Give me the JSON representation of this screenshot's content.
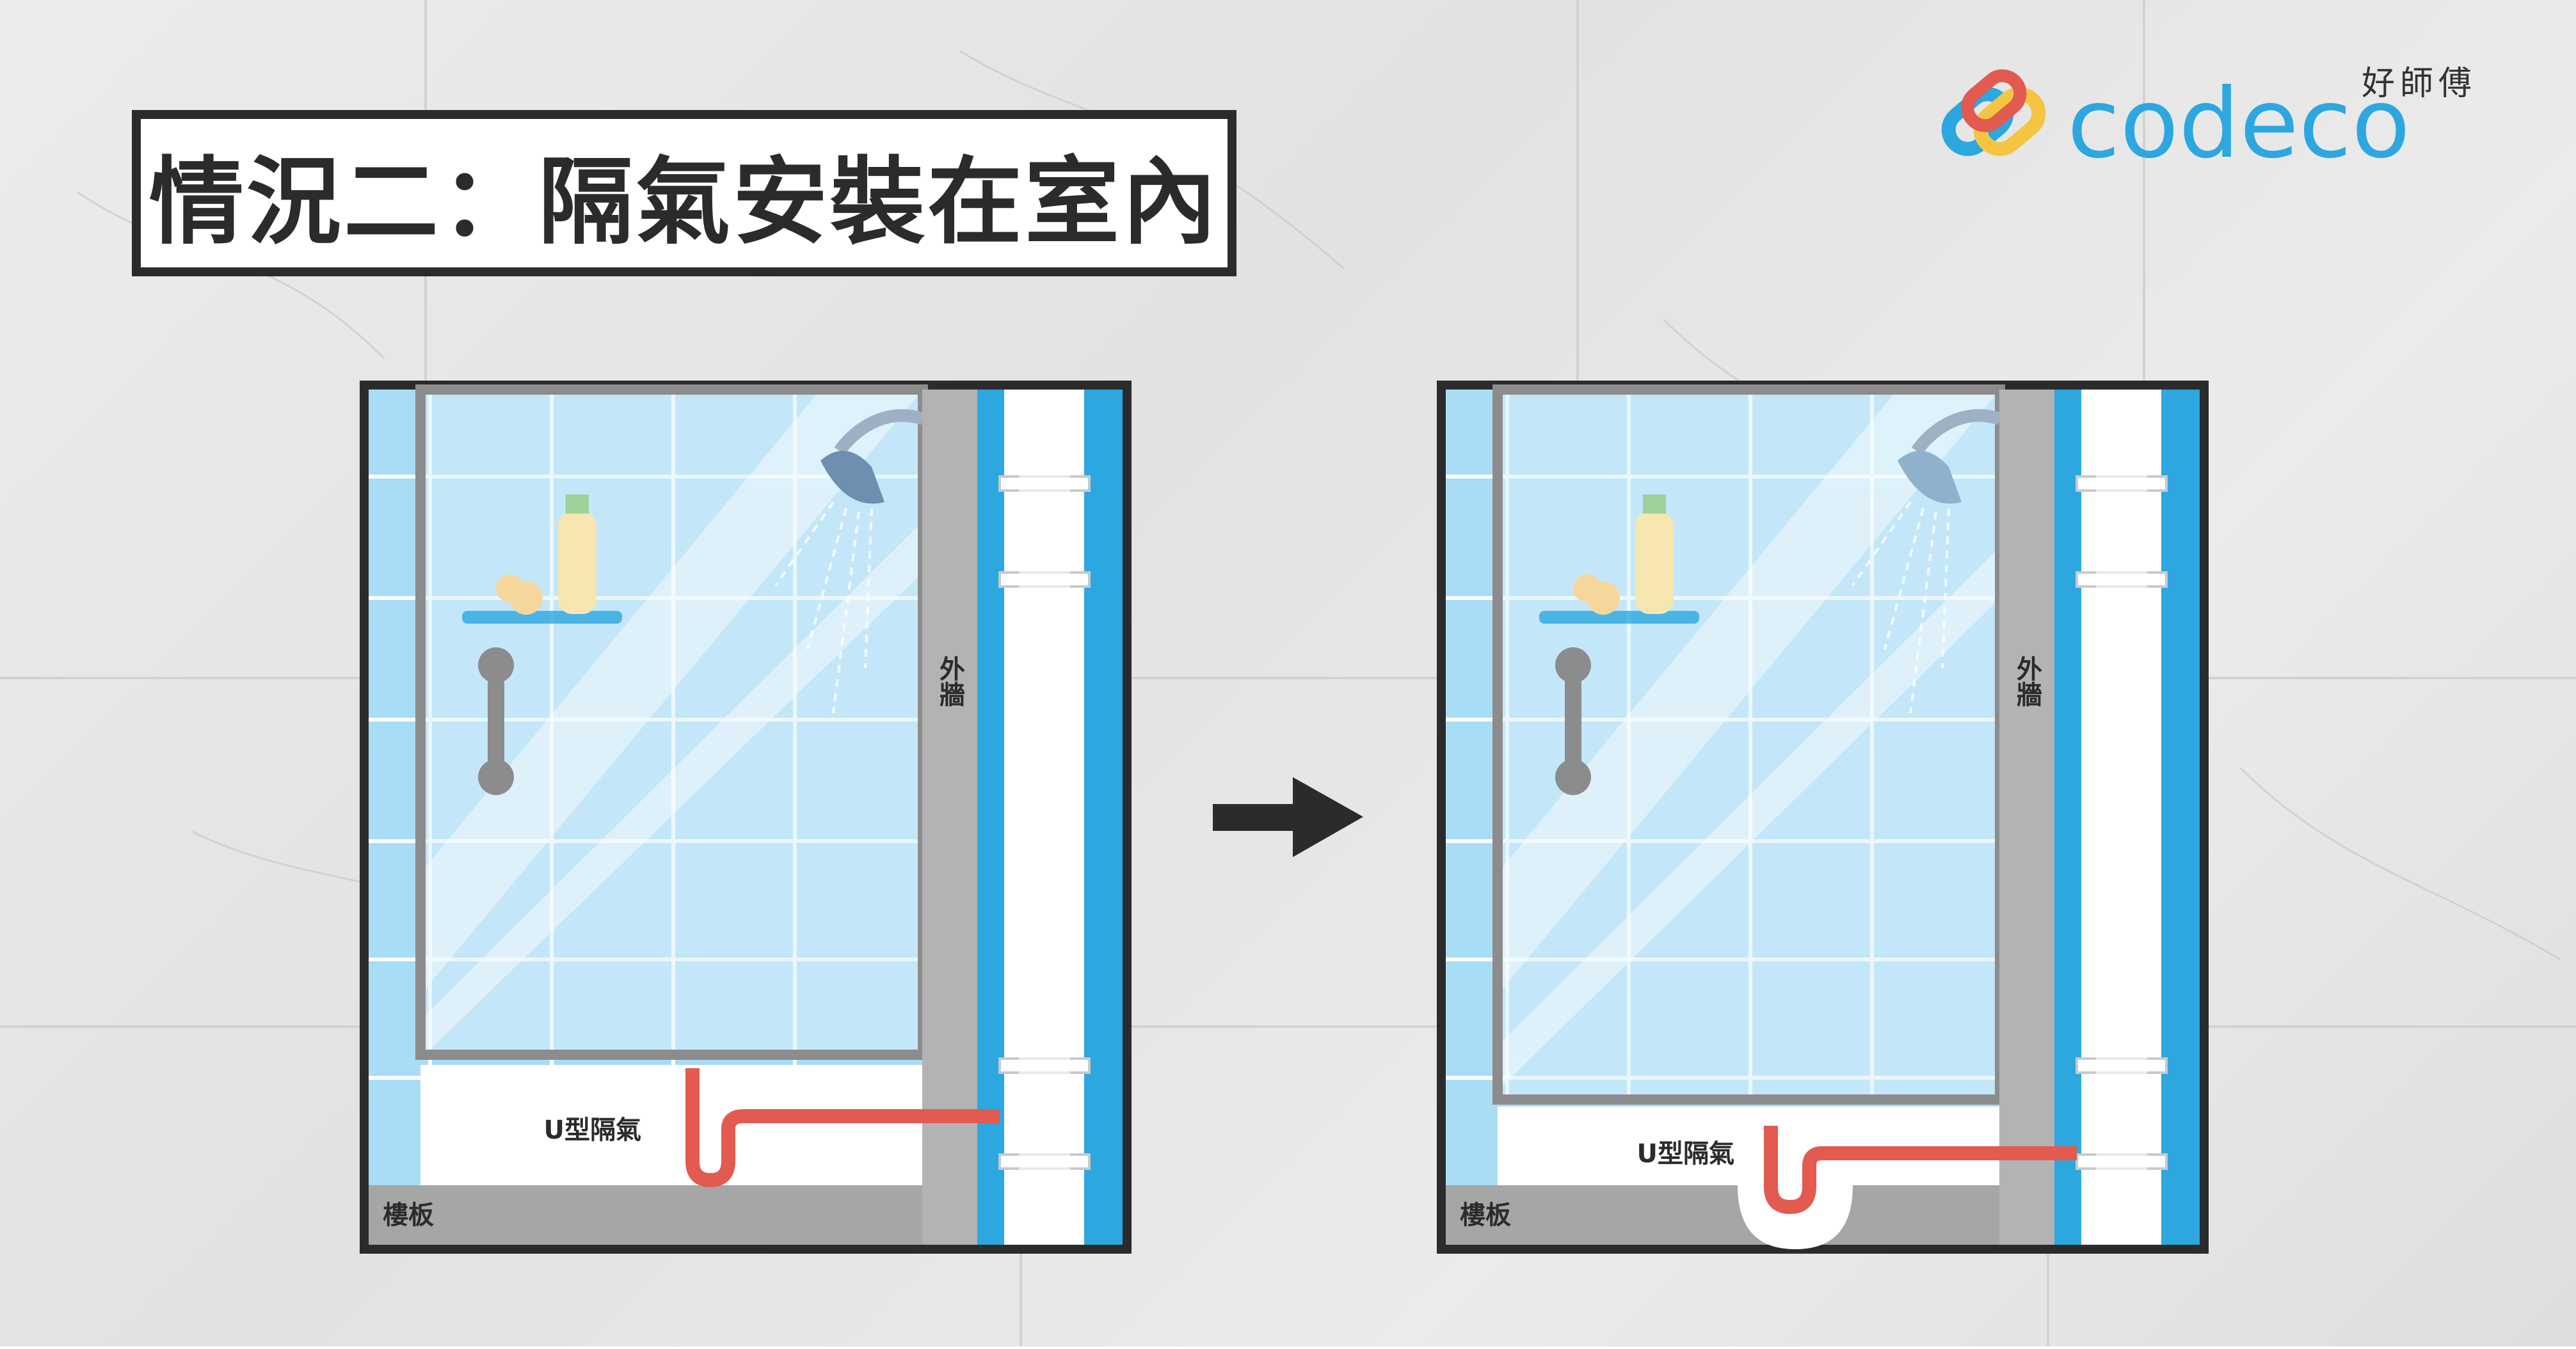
{
  "title": "情況二：隔氣安裝在室內",
  "brand": {
    "logo_text": "codeco",
    "subtitle": "好師傅"
  },
  "diagrams": [
    {
      "floor_label": "樓板",
      "wall_label": "外牆",
      "trap_label": "U型隔氣"
    },
    {
      "floor_label": "樓板",
      "wall_label": "外牆",
      "trap_label": "U型隔氣"
    }
  ],
  "colors": {
    "frame": "#2b2b2b",
    "tile": "#a9dcf5",
    "tile_grid": "#ffffff",
    "wall_gray": "#b3b3b3",
    "outer_wall_blue": "#2ca7e0",
    "pipe_red": "#e25a50",
    "floor_gray": "#a6a6a6"
  }
}
